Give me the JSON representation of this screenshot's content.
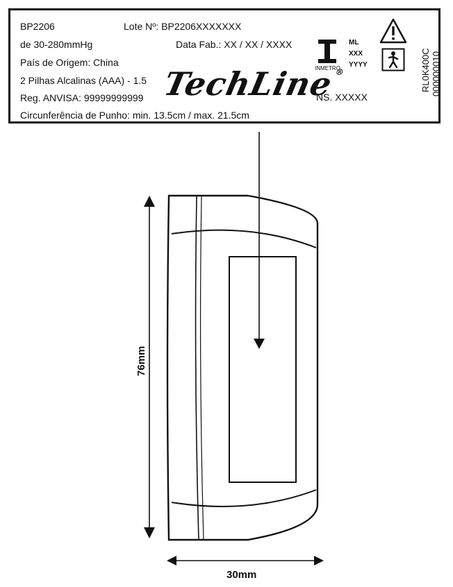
{
  "label": {
    "model": "BP2206",
    "range": "de 30-280mmHg",
    "origin": "País de Origem: China",
    "batteries": "2 Pilhas Alcalinas (AAA) - 1.5",
    "anvisa": "Reg. ANVISA: 99999999999",
    "circumference": "Circunferência de Punho: min. 13.5cm / max. 21.5cm",
    "lot": "Lote Nº: BP2206XXXXXXX",
    "fab_date": "Data Fab.: XX / XX / XXXX",
    "brand": "TechLine",
    "brand_mark": "®",
    "ns": "NS. XXXXX",
    "inmetro": {
      "ml": "ML",
      "xxx": "XXX",
      "yyyy": "YYYY",
      "label": "INMETRO"
    },
    "serial_line1": "RL0K400C",
    "serial_line2": "000000010"
  },
  "dimensions": {
    "height": "76mm",
    "width": "30mm"
  },
  "icons": {
    "warning": "warning-triangle-icon",
    "applied_part": "body-type-b-icon",
    "inmetro": "inmetro-logo-icon"
  }
}
